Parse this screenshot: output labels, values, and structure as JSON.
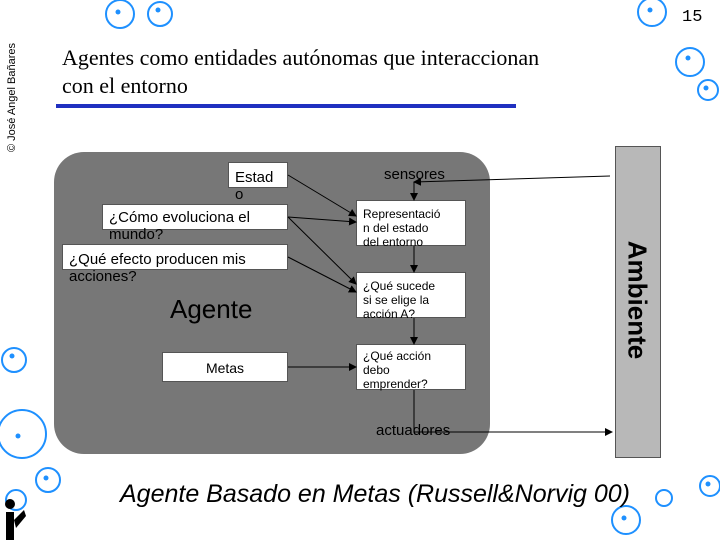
{
  "slide": {
    "copyright": "© José Angel Bañares",
    "page_number": "15",
    "title_line1": "Agentes como entidades autónomas que interaccionan",
    "title_line2": "con el entorno",
    "caption": "Agente Basado en Metas (Russell&Norvig 00)"
  },
  "diagram": {
    "agent_label": "Agente",
    "environment_label": "Ambiente",
    "sensors_label": "sensores",
    "actuators_label": "actuadores",
    "left_boxes": {
      "state": "Estad\no",
      "evolution": "¿Cómo evoluciona el\nmundo?",
      "effect": "¿Qué efecto producen mis\nacciones?",
      "goals": "Metas"
    },
    "right_boxes": {
      "representation": "Representació\nn del estado\ndel entorno",
      "what_if": "¿Qué sucede\nsi se elige la\nacción   A?",
      "action": "¿Qué acción\ndebo\nemprender?"
    }
  },
  "colors": {
    "agent_fill": "#777777",
    "environment_fill": "#b8b8b8",
    "underline": "#2030c0",
    "bubbles": "#1e90ff"
  }
}
